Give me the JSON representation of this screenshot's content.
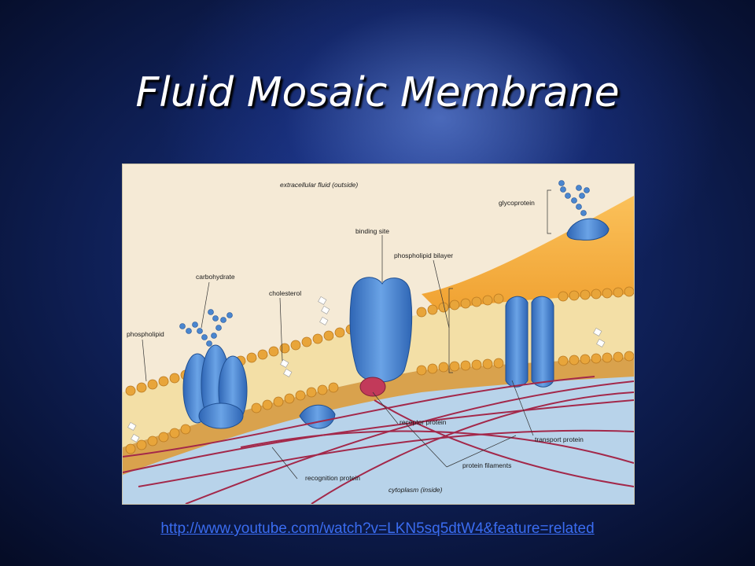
{
  "slide": {
    "title": "Fluid Mosaic Membrane",
    "link": "http://www.youtube.com/watch?v=LKN5sq5dtW4&feature=related"
  },
  "diagram": {
    "labels": {
      "extracellular": "extracellular fluid (outside)",
      "glycoprotein": "glycoprotein",
      "binding_site": "binding site",
      "phospholipid_bilayer": "phospholipid bilayer",
      "carbohydrate": "carbohydrate",
      "cholesterol": "cholesterol",
      "phospholipid": "phospholipid",
      "receptor_protein": "receptor protein",
      "transport_protein": "transport protein",
      "protein_filaments": "protein filaments",
      "recognition_protein": "recognition protein",
      "cytoplasm": "cytoplasm (inside)"
    },
    "colors": {
      "background": "#f5ead6",
      "lipid_head": "#e8a53a",
      "protein": "#4a86cf",
      "cytosol": "#b8d3ea",
      "filament": "#a3284a",
      "inner_layer": "#f6b548"
    }
  }
}
